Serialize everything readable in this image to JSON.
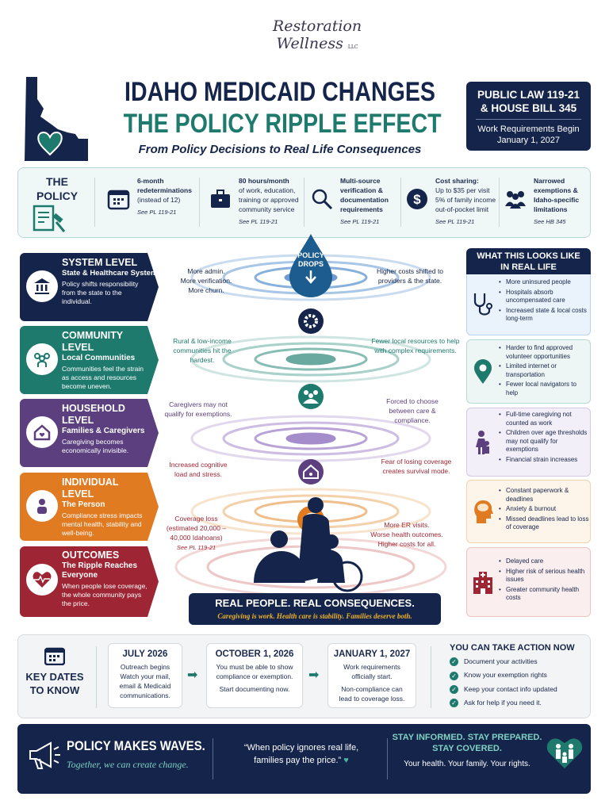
{
  "logo": {
    "brand": "Restoration Wellness",
    "suffix": "LLC"
  },
  "header": {
    "title_line1": "IDAHO MEDICAID CHANGES",
    "title_line2": "THE POLICY RIPPLE EFFECT",
    "subtitle": "From Policy Decisions to Real Life Consequences"
  },
  "law_box": {
    "title_line1": "PUBLIC LAW 119-21",
    "title_line2": "& HOUSE BILL 345",
    "sub_line1": "Work Requirements Begin",
    "sub_line2": "January 1, 2027"
  },
  "policy": {
    "label_line1": "THE",
    "label_line2": "POLICY",
    "items": [
      {
        "icon": "calendar-icon",
        "title": "6-month",
        "lines": [
          "redeterminations",
          "(instead of 12)"
        ],
        "ref": "See PL 119-21"
      },
      {
        "icon": "briefcase-icon",
        "title": "80 hours/month",
        "lines": [
          "of work, education,",
          "training or approved",
          "community service"
        ],
        "ref": "See PL 119-21"
      },
      {
        "icon": "magnifier-icon",
        "title": "Multi-source",
        "lines": [
          "verification &",
          "documentation",
          "requirements"
        ],
        "ref": "See PL 119-21"
      },
      {
        "icon": "dollar-icon",
        "title": "Cost sharing:",
        "lines": [
          "Up to $35 per visit",
          "5% of family income",
          "out-of-pocket limit"
        ],
        "ref": "See PL 119-21"
      },
      {
        "icon": "people-icon",
        "title": "Narrowed",
        "lines": [
          "exemptions &",
          "Idaho-specific",
          "limitations"
        ],
        "ref": "See HB 345"
      }
    ]
  },
  "drop": {
    "line1": "POLICY",
    "line2": "DROPS"
  },
  "levels": [
    {
      "title": "SYSTEM LEVEL",
      "subtitle": "State & Healthcare System",
      "desc": "Policy shifts responsibility from the state to the individual.",
      "left_note": "More admin.\nMore verification.\nMore churn.",
      "right_note": "Higher costs shifted to providers & the state.",
      "color": "#15244a"
    },
    {
      "title": "COMMUNITY LEVEL",
      "subtitle": "Local Communities",
      "desc": "Communities feel the strain as access and resources become uneven.",
      "left_note": "Rural & low-income communities hit the hardest.",
      "right_note": "Fewer local resources to help with complex requirements.",
      "color": "#1f7a6e"
    },
    {
      "title": "HOUSEHOLD LEVEL",
      "subtitle": "Families & Caregivers",
      "desc": "Caregiving becomes economically invisible.",
      "left_note": "Caregivers may not qualify for exemptions.",
      "right_note": "Forced to choose between care & compliance.",
      "color": "#5b3f7e"
    },
    {
      "title": "INDIVIDUAL LEVEL",
      "subtitle": "The Person",
      "desc": "Compliance stress impacts mental health, stability and well-being.",
      "left_note": "Increased cognitive load and stress.",
      "right_note": "Fear of losing coverage creates survival  mode.",
      "color": "#e07b22"
    },
    {
      "title": "OUTCOMES",
      "subtitle": "The Ripple Reaches Everyone",
      "desc": "When people lose coverage, the whole community pays the price.",
      "left_note": "Coverage loss (estimated 20,000 – 40,000 Idahoans)",
      "left_ref": "See PL 119-21",
      "right_note": "More ER visits.\nWorse health outcomes.\nHigher costs for all.",
      "color": "#9e2634"
    }
  ],
  "banner": {
    "title": "REAL PEOPLE. REAL CONSEQUENCES.",
    "tagline": "Caregiving is work. Health care is stability. Families deserve both."
  },
  "real_life": {
    "title_line1": "WHAT THIS LOOKS LIKE",
    "title_line2": "IN REAL LIFE",
    "boxes": [
      {
        "icon": "stethoscope-icon",
        "items": [
          "More uninsured people",
          "Hospitals absorb uncompensated care",
          "Increased state & local costs long-term"
        ]
      },
      {
        "icon": "location-pin-icon",
        "items": [
          "Harder to find approved volunteer opportunities",
          "Limited internet or transportation",
          "Fewer local navigators to help"
        ]
      },
      {
        "icon": "caregiver-family-icon",
        "items": [
          "Full-time caregiving not counted as work",
          "Children over age thresholds may not qualify for exemptions",
          "Financial strain increases"
        ]
      },
      {
        "icon": "brain-head-icon",
        "items": [
          "Constant paperwork & deadlines",
          "Anxiety & burnout",
          "Missed deadlines lead to loss of coverage"
        ]
      },
      {
        "icon": "hospital-icon",
        "items": [
          "Delayed care",
          "Higher risk of serious health issues",
          "Greater community health costs"
        ]
      }
    ]
  },
  "key_dates": {
    "label_line1": "KEY DATES",
    "label_line2": "TO KNOW",
    "dates": [
      {
        "date": "JULY 2026",
        "lines": [
          "Outreach begins",
          "Watch your mail,",
          "email & Medicaid",
          "communications."
        ]
      },
      {
        "date": "OCTOBER 1, 2026",
        "lines": [
          "You must be able to show",
          "compliance or exemption.",
          "Start documenting now."
        ]
      },
      {
        "date": "JANUARY 1, 2027",
        "lines": [
          "Work requirements",
          "officially start.",
          "Non-compliance can",
          "lead to coverage loss."
        ]
      }
    ]
  },
  "action": {
    "title": "YOU CAN TAKE ACTION NOW",
    "items": [
      "Document your activities",
      "Know your exemption rights",
      "Keep your contact info updated",
      "Ask for help if you need it."
    ]
  },
  "footer": {
    "title": "POLICY MAKES WAVES.",
    "tagline": "Together, we can create change.",
    "quote_line1": "“When policy ignores real life,",
    "quote_line2": "families pay the price.”",
    "stay_line1": "STAY INFORMED. STAY PREPARED.",
    "stay_line2": "STAY COVERED.",
    "rights": "Your health. Your family. Your rights."
  }
}
